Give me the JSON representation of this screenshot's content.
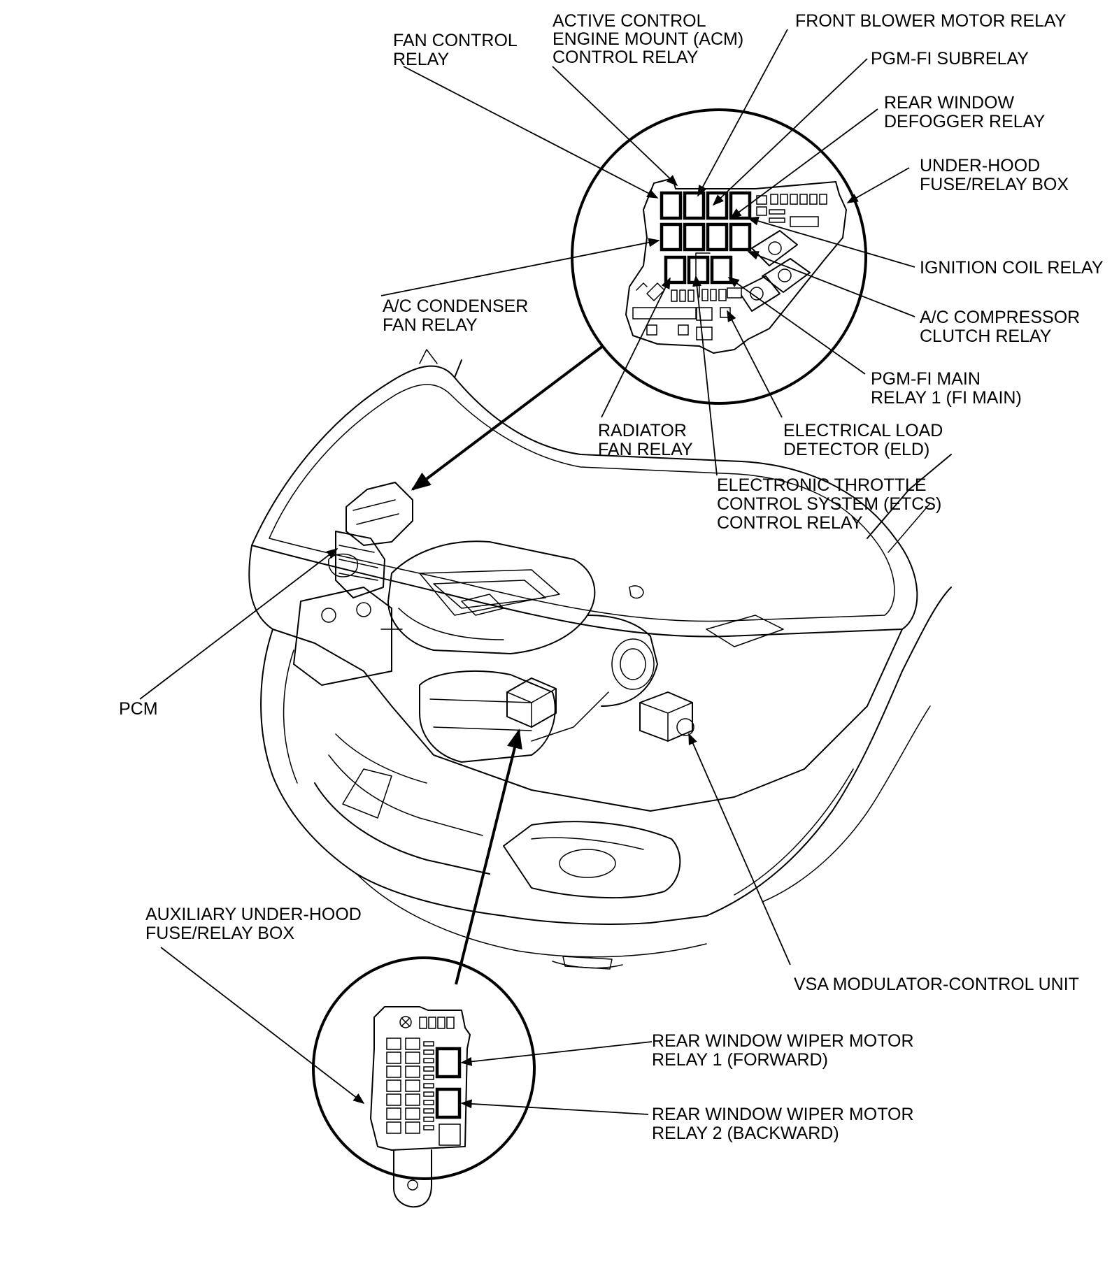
{
  "labels": {
    "fan_control_relay": [
      "FAN CONTROL",
      "RELAY"
    ],
    "acm_control_relay": [
      "ACTIVE CONTROL",
      "ENGINE MOUNT (ACM)",
      "CONTROL RELAY"
    ],
    "front_blower_motor_relay": [
      "FRONT BLOWER MOTOR RELAY"
    ],
    "pgm_fi_subrelay": [
      "PGM-FI SUBRELAY"
    ],
    "rear_window_defogger_relay": [
      "REAR WINDOW",
      "DEFOGGER RELAY"
    ],
    "under_hood_fuse_relay_box": [
      "UNDER-HOOD",
      "FUSE/RELAY BOX"
    ],
    "ignition_coil_relay": [
      "IGNITION COIL RELAY"
    ],
    "ac_condenser_fan_relay": [
      "A/C CONDENSER",
      "FAN RELAY"
    ],
    "ac_compressor_clutch_relay": [
      "A/C COMPRESSOR",
      "CLUTCH RELAY"
    ],
    "pgm_fi_main_relay_1": [
      "PGM-FI MAIN",
      "RELAY 1 (FI MAIN)"
    ],
    "radiator_fan_relay": [
      "RADIATOR",
      "FAN RELAY"
    ],
    "electrical_load_detector": [
      "ELECTRICAL LOAD",
      "DETECTOR (ELD)"
    ],
    "etcs_control_relay": [
      "ELECTRONIC THROTTLE",
      "CONTROL SYSTEM (ETCS)",
      "CONTROL RELAY"
    ],
    "pcm": [
      "PCM"
    ],
    "auxiliary_under_hood_fuse_relay_box": [
      "AUXILIARY UNDER-HOOD",
      "FUSE/RELAY BOX"
    ],
    "vsa_modulator_control_unit": [
      "VSA MODULATOR-CONTROL UNIT"
    ],
    "rear_window_wiper_motor_relay_1": [
      "REAR WINDOW WIPER MOTOR",
      "RELAY 1 (FORWARD)"
    ],
    "rear_window_wiper_motor_relay_2": [
      "REAR WINDOW WIPER MOTOR",
      "RELAY 2 (BACKWARD)"
    ]
  }
}
